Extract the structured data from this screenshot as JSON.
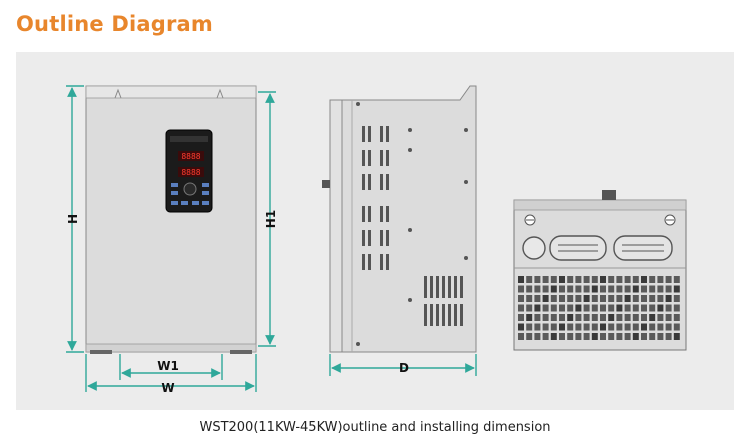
{
  "page": {
    "title": "Outline Diagram",
    "caption": "WST200(11KW-45KW)outline and installing dimension"
  },
  "dimensions": {
    "h": "H",
    "h1": "H1",
    "w1": "W1",
    "w": "W",
    "d": "D"
  },
  "colors": {
    "title": "#e8862c",
    "dimension": "#2fa89a",
    "panel": "#ececec",
    "housing": "#dcdcdc"
  }
}
